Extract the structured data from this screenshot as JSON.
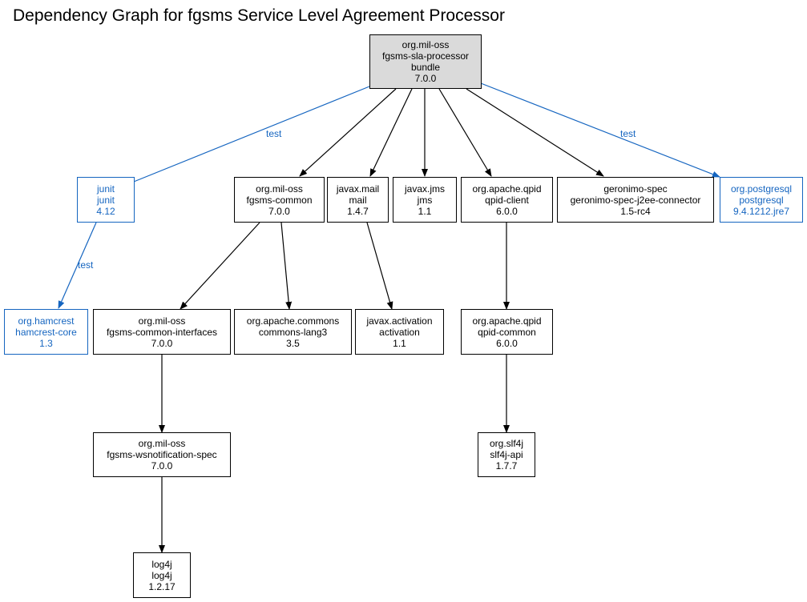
{
  "title": "Dependency Graph for fgsms Service Level Agreement Processor",
  "colors": {
    "test_scope": "#1565c0",
    "root_fill": "#dadada",
    "default": "#000000"
  },
  "nodes": {
    "root": {
      "group": "org.mil-oss",
      "artifact": "fgsms-sla-processor",
      "type": "bundle",
      "version": "7.0.0"
    },
    "junit": {
      "group": "junit",
      "artifact": "junit",
      "version": "4.12"
    },
    "fgsms_common": {
      "group": "org.mil-oss",
      "artifact": "fgsms-common",
      "version": "7.0.0"
    },
    "mail": {
      "group": "javax.mail",
      "artifact": "mail",
      "version": "1.4.7"
    },
    "jms": {
      "group": "javax.jms",
      "artifact": "jms",
      "version": "1.1"
    },
    "qpid_client": {
      "group": "org.apache.qpid",
      "artifact": "qpid-client",
      "version": "6.0.0"
    },
    "geronimo": {
      "group": "geronimo-spec",
      "artifact": "geronimo-spec-j2ee-connector",
      "version": "1.5-rc4"
    },
    "postgresql": {
      "group": "org.postgresql",
      "artifact": "postgresql",
      "version": "9.4.1212.jre7"
    },
    "hamcrest": {
      "group": "org.hamcrest",
      "artifact": "hamcrest-core",
      "version": "1.3"
    },
    "common_interfaces": {
      "group": "org.mil-oss",
      "artifact": "fgsms-common-interfaces",
      "version": "7.0.0"
    },
    "commons_lang3": {
      "group": "org.apache.commons",
      "artifact": "commons-lang3",
      "version": "3.5"
    },
    "activation": {
      "group": "javax.activation",
      "artifact": "activation",
      "version": "1.1"
    },
    "qpid_common": {
      "group": "org.apache.qpid",
      "artifact": "qpid-common",
      "version": "6.0.0"
    },
    "wsnotification": {
      "group": "org.mil-oss",
      "artifact": "fgsms-wsnotification-spec",
      "version": "7.0.0"
    },
    "slf4j": {
      "group": "org.slf4j",
      "artifact": "slf4j-api",
      "version": "1.7.7"
    },
    "log4j": {
      "group": "log4j",
      "artifact": "log4j",
      "version": "1.2.17"
    }
  },
  "edge_labels": {
    "test": "test"
  }
}
